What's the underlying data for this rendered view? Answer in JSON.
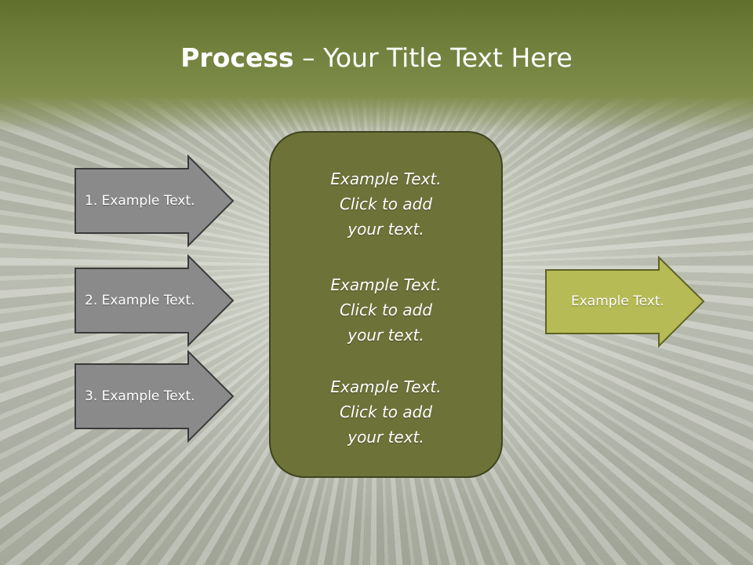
{
  "slide": {
    "title_bold": "Process",
    "title_rest": " – Your Title Text Here"
  },
  "input_arrows": [
    {
      "label": "1. Example Text."
    },
    {
      "label": "2. Example Text."
    },
    {
      "label": "3. Example Text."
    }
  ],
  "center_box": {
    "blocks": [
      {
        "line1": "Example Text.",
        "line2": "Click  to add",
        "line3": "your text."
      },
      {
        "line1": "Example Text.",
        "line2": "Click  to add",
        "line3": "your text."
      },
      {
        "line1": "Example Text.",
        "line2": "Click  to add",
        "line3": "your text."
      }
    ]
  },
  "output_arrow": {
    "label": "Example Text."
  },
  "colors": {
    "header_olive": "#6f7d3a",
    "center_box_fill": "#6d7238",
    "input_arrow_fill": "#8a8a8a",
    "output_arrow_fill": "#b7bb55"
  }
}
